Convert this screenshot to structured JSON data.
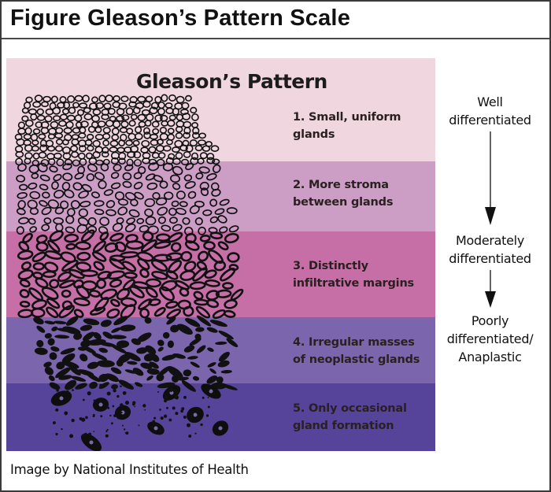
{
  "header": {
    "title": "Figure  Gleason’s Pattern Scale"
  },
  "panel": {
    "title": "Gleason’s Pattern",
    "grades": [
      {
        "number": 1,
        "line1": "1. Small, uniform",
        "line2": "glands",
        "color": "#efd6df"
      },
      {
        "number": 2,
        "line1": "2. More stroma",
        "line2": "between glands",
        "color": "#cc9ec6"
      },
      {
        "number": 3,
        "line1": "3. Distinctly",
        "line2": "infiltrative margins",
        "color": "#c66fa6"
      },
      {
        "number": 4,
        "line1": "4. Irregular masses",
        "line2": "of neoplastic glands",
        "color": "#7b66ad"
      },
      {
        "number": 5,
        "line1": "5. Only occasional",
        "line2": "gland formation",
        "color": "#55449a"
      }
    ]
  },
  "scale": {
    "well": {
      "line1": "Well",
      "line2": "differentiated"
    },
    "moderate": {
      "line1": "Moderately",
      "line2": "differentiated"
    },
    "poor": {
      "line1": "Poorly",
      "line2": "differentiated/",
      "line3": "Anaplastic"
    }
  },
  "icons": {
    "arrow": "arrow-down-icon",
    "illustration": "gland-pattern-illustration"
  },
  "credit": "Image by National Institutes of Health"
}
